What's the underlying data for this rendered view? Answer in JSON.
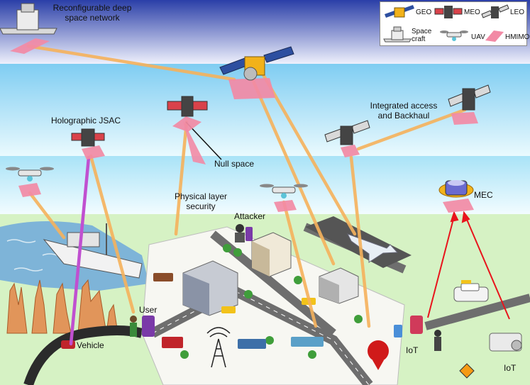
{
  "labels": {
    "deep_space": "Reconfigurable deep space network",
    "holographic": "Holographic JSAC",
    "null_space": "Null space",
    "physical_security": "Physical layer security",
    "attacker": "Attacker",
    "integrated_access": "Integrated access and Backhaul",
    "mec": "MEC",
    "user": "User",
    "vehicle": "Vehicle",
    "iot_left": "IoT",
    "iot_right": "IoT"
  },
  "legend": {
    "geo": "GEO",
    "meo": "MEO",
    "leo": "LEO",
    "spacecraft": "Space craft",
    "uav": "UAV",
    "hmimo": "HMIMO"
  },
  "colors": {
    "space_top": "#2b3fa8",
    "space_bottom": "#e9ecfb",
    "sky_top": "#8fd3f4",
    "sky_bottom": "#e8f8fd",
    "ground": "#d6f2c4",
    "beam": "#f6b25c",
    "hmimo": "#f28aa5",
    "jsac_beam": "#c050d0",
    "mec_link": "#e8141c",
    "sea": "#6fa9dc"
  }
}
